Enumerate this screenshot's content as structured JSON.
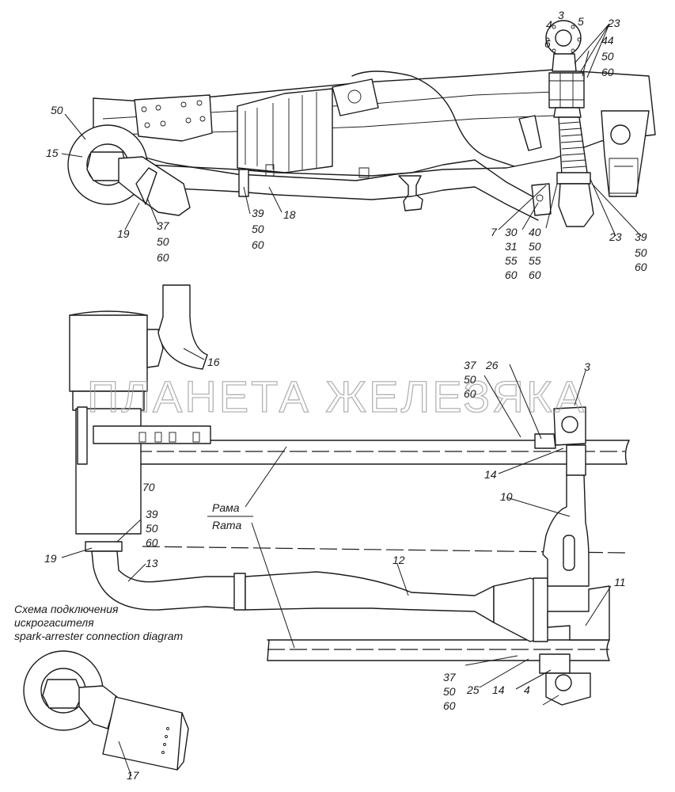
{
  "watermark": "ПЛАНЕТА ЖЕЛЕЗЯКА",
  "frame_label_ru": "Рама",
  "frame_label_en": "Rama",
  "inset_caption": [
    "Схема подключения",
    "искрогасителя",
    "spark-arrester connection diagram"
  ],
  "callouts": {
    "c50_top_left": "50",
    "c15": "15",
    "c19_top": "19",
    "c37_top": "37",
    "c50_a": "50",
    "c60_a": "60",
    "c39_mid": "39",
    "c18": "18",
    "c50_b": "50",
    "c60_b": "60",
    "c23_top": "23",
    "c44": "44",
    "c50_c": "50",
    "c60_c": "60",
    "c7": "7",
    "c30": "30",
    "c31": "31",
    "c55_a": "55",
    "c60_d": "60",
    "c40": "40",
    "c50_d": "50",
    "c55_b": "55",
    "c60_e": "60",
    "c23_low": "23",
    "c39_right": "39",
    "c50_e": "50",
    "c60_f": "60",
    "c16": "16",
    "c37_b": "37",
    "c50_f": "50",
    "c60_g": "60",
    "c26": "26",
    "c3": "3",
    "c14_a": "14",
    "c10": "10",
    "c70": "70",
    "c39_b": "39",
    "c50_g": "50",
    "c60_h": "60",
    "c19_b": "19",
    "c13": "13",
    "c12": "12",
    "c11": "11",
    "c37_c": "37",
    "c50_h": "50",
    "c60_i": "60",
    "c25": "25",
    "c14_b": "14",
    "c4": "4",
    "c17": "17"
  }
}
